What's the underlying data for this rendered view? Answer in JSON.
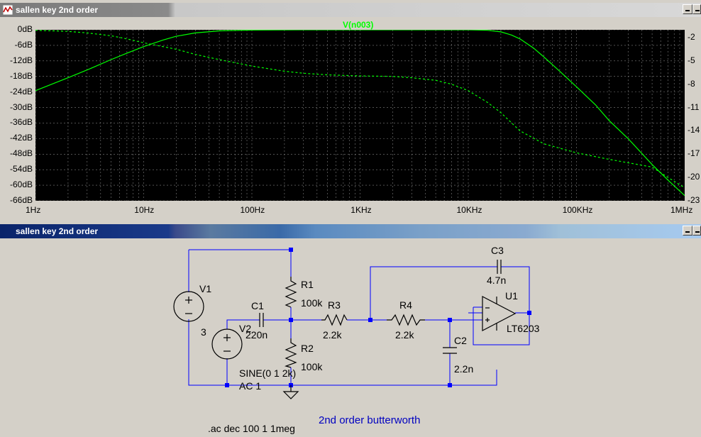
{
  "plot_window": {
    "title": "sallen key 2nd order",
    "trace_name": "V(n003)",
    "y_ticks_left": [
      "0dB",
      "-6dB",
      "-12dB",
      "-18dB",
      "-24dB",
      "-30dB",
      "-36dB",
      "-42dB",
      "-48dB",
      "-54dB",
      "-60dB",
      "-66dB"
    ],
    "y_ticks_right": [
      "-2",
      "-5",
      "-8",
      "-11",
      "-14",
      "-17",
      "-20",
      "-23"
    ],
    "x_ticks": [
      "1Hz",
      "10Hz",
      "100Hz",
      "1KHz",
      "10KHz",
      "100KHz",
      "1MHz"
    ],
    "colors": {
      "background": "#000000",
      "trace": "#00ff00",
      "grid": "#808080"
    }
  },
  "chart_data": {
    "type": "line",
    "title": "V(n003)",
    "xlabel": "",
    "ylabel": "",
    "xscale": "log",
    "xlim": [
      1,
      1000000
    ],
    "ylim": [
      -66,
      0
    ],
    "grid": true,
    "series": [
      {
        "name": "V(n003)",
        "style": "solid",
        "x": [
          1,
          2,
          3,
          5,
          7,
          10,
          15,
          20,
          30,
          50,
          100,
          300,
          1000,
          3000,
          10000,
          15000,
          20000,
          25000,
          30000,
          40000,
          50000,
          70000,
          100000,
          150000,
          200000,
          300000,
          500000,
          700000,
          1000000
        ],
        "y": [
          -23.5,
          -18.5,
          -15.5,
          -11.5,
          -9,
          -6.5,
          -4,
          -2.5,
          -1.2,
          -0.4,
          -0.1,
          0,
          0,
          0,
          0,
          -0.2,
          -0.8,
          -2,
          -3.5,
          -7,
          -10.5,
          -16,
          -22,
          -29,
          -35,
          -42,
          -52,
          -58,
          -64
        ]
      },
      {
        "name": "",
        "style": "dashed",
        "x": [
          1,
          2,
          3,
          5,
          7,
          10,
          20,
          30,
          50,
          100,
          200,
          300,
          500,
          1000,
          2000,
          3000,
          5000,
          7000,
          10000,
          15000,
          20000,
          30000,
          50000,
          100000,
          200000,
          500000,
          700000,
          1000000
        ],
        "y": [
          -0.2,
          -0.6,
          -1.2,
          -2.3,
          -3.5,
          -5,
          -7.5,
          -9.5,
          -11.5,
          -14,
          -16,
          -16.8,
          -17.4,
          -17.8,
          -18,
          -18.5,
          -19.5,
          -21,
          -23.5,
          -28,
          -32,
          -39,
          -44,
          -47.5,
          -50,
          -53,
          -57,
          -61
        ]
      }
    ]
  },
  "schematic_window": {
    "title": "sallen key 2nd order",
    "components": {
      "v1_name": "V1",
      "v1_value": "3",
      "v2_name": "V2",
      "v2_value_line1": "SINE(0 1 2k)",
      "v2_value_line2": "AC 1",
      "c1_name": "C1",
      "c1_value": "220n",
      "r1_name": "R1",
      "r1_value": "100k",
      "r2_name": "R2",
      "r2_value": "100k",
      "r3_name": "R3",
      "r3_value": "2.2k",
      "r4_name": "R4",
      "r4_value": "2.2k",
      "c2_name": "C2",
      "c2_value": "2.2n",
      "c3_name": "C3",
      "c3_value": "4.7n",
      "u1_name": "U1",
      "u1_value": "LT6203"
    },
    "directive": ".ac dec 100 1 1meg",
    "comment": "2nd order butterworth",
    "colors": {
      "wire": "#0000ff",
      "symbol": "#000000",
      "comment": "#0000c0"
    }
  }
}
